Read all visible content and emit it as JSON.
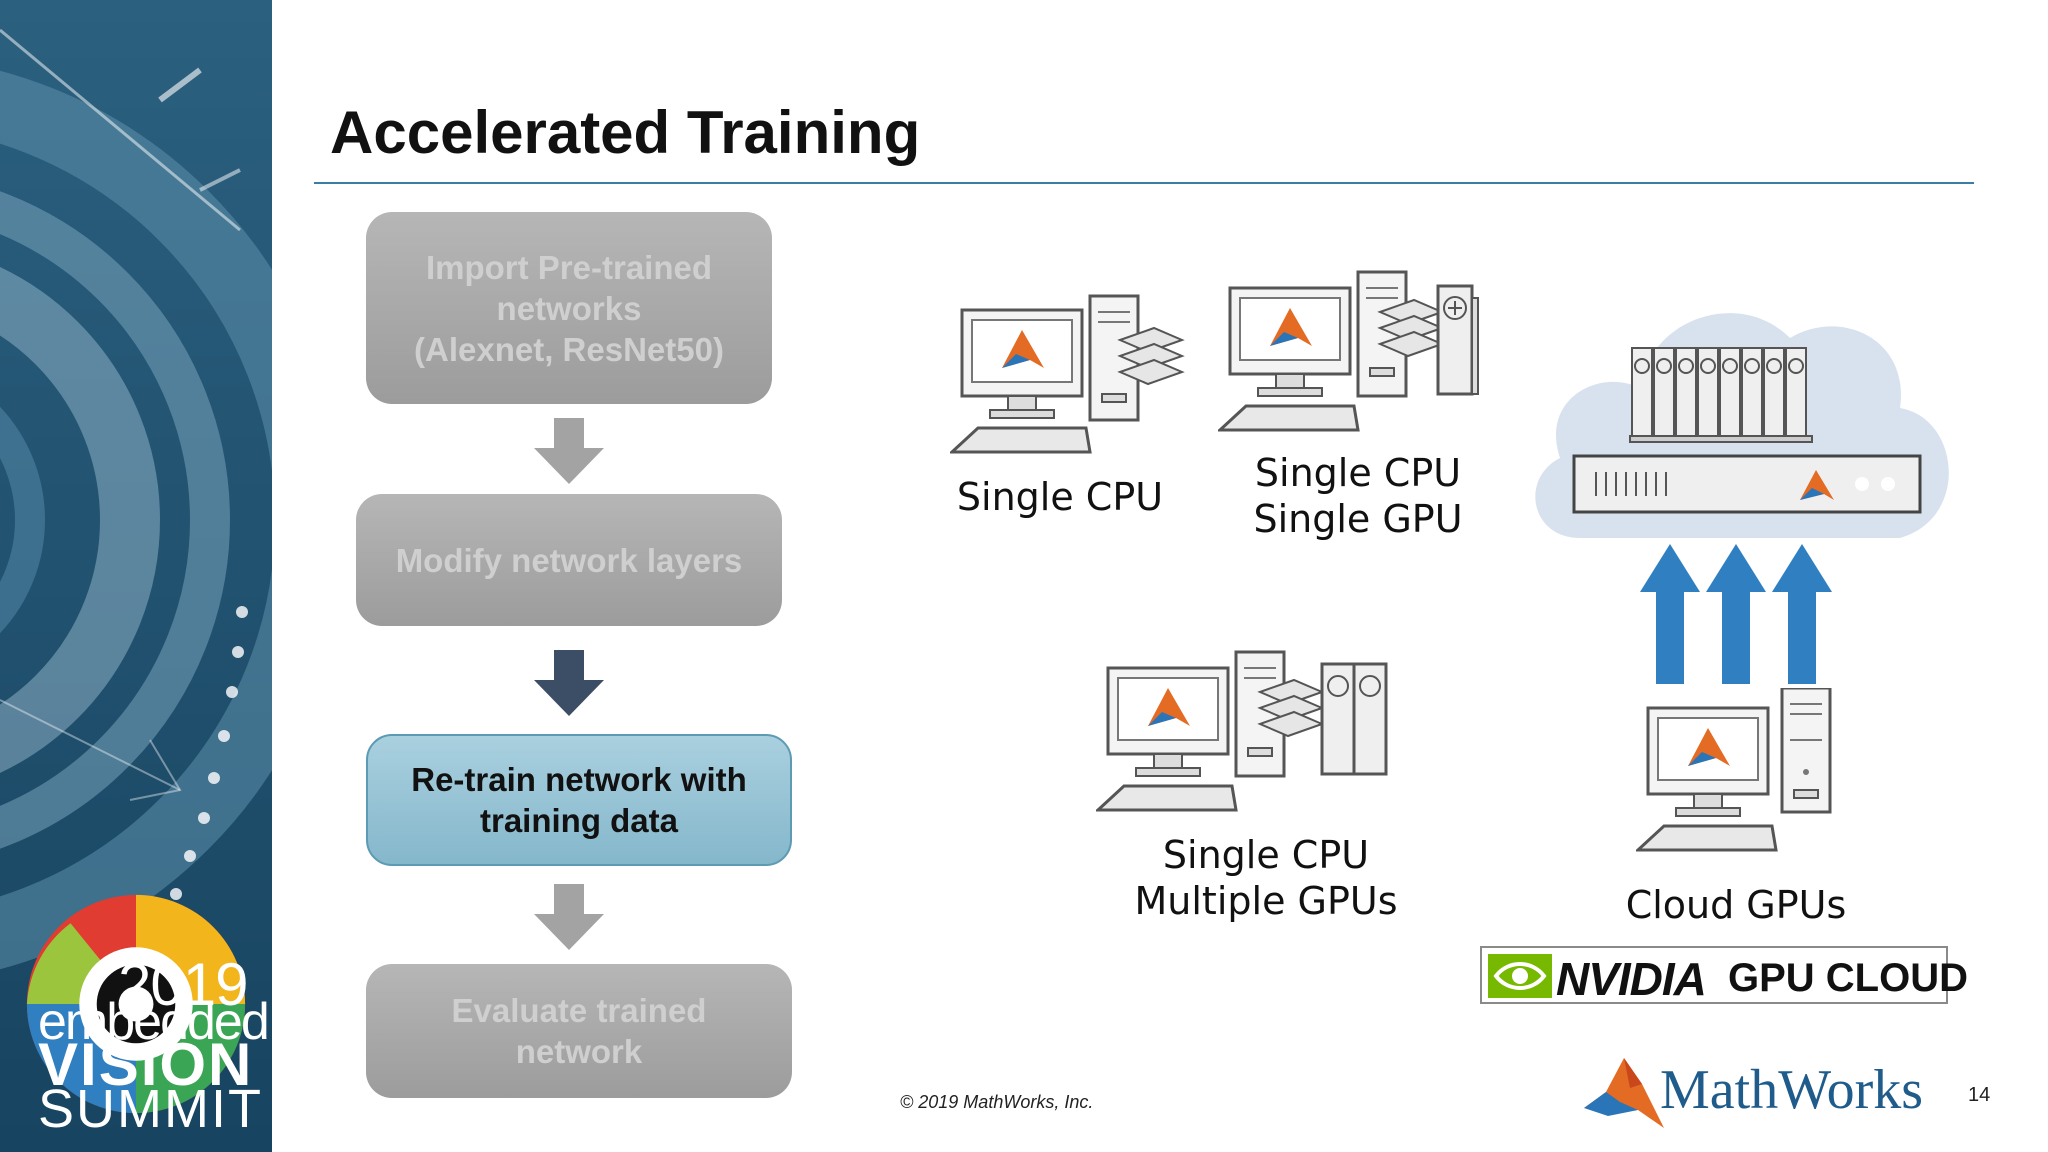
{
  "slide": {
    "title": "Accelerated Training",
    "copyright": "© 2019 MathWorks, Inc.",
    "page_number": "14"
  },
  "event_logo": {
    "year": "2019",
    "line1": "embedded",
    "line2": "VISION",
    "line3": "SUMMIT"
  },
  "workflow": {
    "steps": [
      {
        "label": "Import Pre-trained\nnetworks\n(Alexnet, ResNet50)",
        "active": false
      },
      {
        "label": "Modify network layers",
        "active": false
      },
      {
        "label": "Re-train network with\ntraining data",
        "active": true
      },
      {
        "label": "Evaluate trained\nnetwork",
        "active": false
      }
    ],
    "colors": {
      "inactive": "#a8a8a8",
      "active": "#9cc6d8",
      "arrow_active": "#3c4e66",
      "arrow_inactive": "#a3a3a3"
    }
  },
  "configurations": {
    "single_cpu": "Single CPU",
    "single_cpu_single_gpu": "Single CPU\nSingle GPU",
    "single_cpu_multiple_gpus": "Single CPU\nMultiple GPUs",
    "cloud_gpus": "Cloud GPUs"
  },
  "logos": {
    "nvidia": "NVIDIA",
    "gpu_cloud": "GPU CLOUD",
    "mathworks": "MathWorks",
    "nvidia_green": "#76b900",
    "mathworks_blue": "#1f5c8b"
  },
  "icons": [
    "computer-icon",
    "cpu-tower-icon",
    "gpu-card-icon",
    "cloud-icon",
    "server-icon",
    "upload-arrow-icon",
    "matlab-logo-icon"
  ]
}
